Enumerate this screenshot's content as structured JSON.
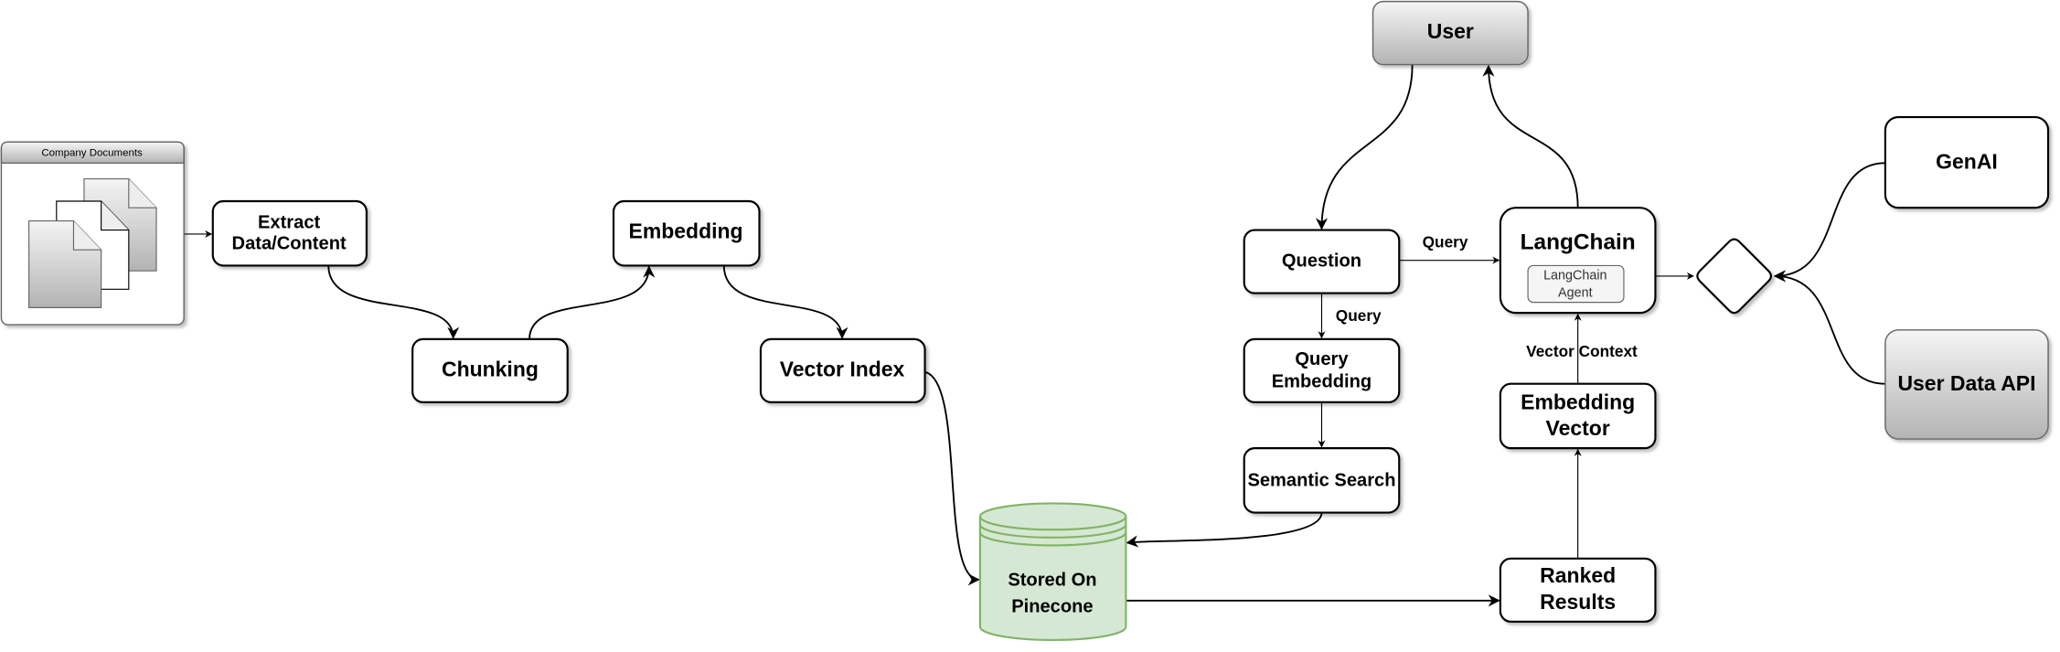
{
  "container": {
    "title": "Company Documents"
  },
  "nodes": {
    "extract": [
      "Extract",
      "Data/Content"
    ],
    "chunking": "Chunking",
    "embedding": "Embedding",
    "vector_index": "Vector Index",
    "pinecone": [
      "Stored On",
      "Pinecone"
    ],
    "question": "Question",
    "query_embedding": [
      "Query",
      "Embedding"
    ],
    "semantic_search": "Semantic Search",
    "user": "User",
    "langchain": "LangChain",
    "langchain_agent": [
      "LangChain",
      "Agent"
    ],
    "genai": "GenAI",
    "user_data_api": "User Data API",
    "embedding_vector": [
      "Embedding",
      "Vector"
    ],
    "ranked_results": [
      "Ranked",
      "Results"
    ]
  },
  "edge_labels": {
    "question_to_langchain": "Query",
    "question_to_query_embedding": "Query",
    "vector_context": "Vector Context"
  },
  "colors": {
    "database_fill": "#d5e8d4",
    "database_stroke": "#82b366",
    "gray_gradient_top": "#f5f5f5",
    "gray_gradient_bottom": "#b3b3b3"
  }
}
